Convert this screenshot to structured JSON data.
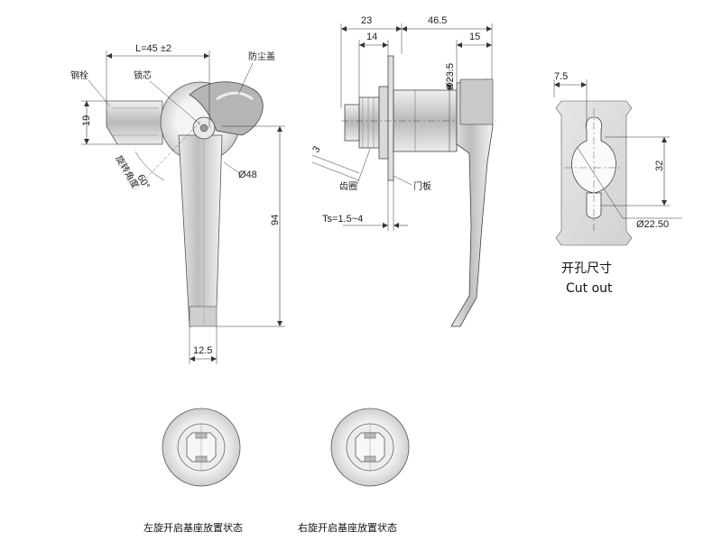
{
  "front_view": {
    "dim_length": "L=45 ±2",
    "label_bolt": "钢栓",
    "label_core": "锁芯",
    "label_dust_cover": "防尘盖",
    "label_rotation": "旋转角度",
    "angle": "60°",
    "dim_height_19": "19",
    "dim_diameter_48": "Ø48",
    "dim_length_94": "94",
    "dim_width_12_5": "12.5"
  },
  "side_view": {
    "dim_23": "23",
    "dim_46_5": "46.5",
    "dim_14": "14",
    "dim_15": "15",
    "dim_diameter_23_5": "Ø23.5",
    "dim_3": "3",
    "label_gear_ring": "齿圈",
    "label_door_panel": "门板",
    "dim_thickness": "Ts=1.5~4"
  },
  "cutout": {
    "dim_7_5": "7.5",
    "dim_32": "32",
    "dim_diameter_22_50": "Ø22.50",
    "title_cn": "开孔尺寸",
    "title_en": "Cut out"
  },
  "base_views": {
    "left_caption": "左旋开启基座放置状态",
    "right_caption": "右旋开启基座放置状态"
  }
}
